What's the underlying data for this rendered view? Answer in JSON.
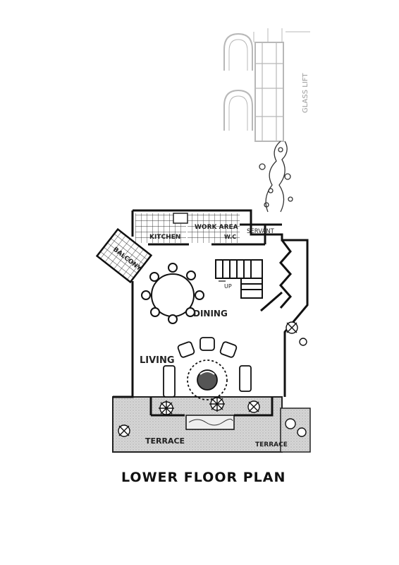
{
  "title": "LOWER FLOOR PLAN",
  "rooms": {
    "kitchen": "KITCHEN",
    "work_area": "WORK AREA",
    "wc": "W.C",
    "servant": "SERVANT",
    "balcony": "BALCONY",
    "dining": "DINING",
    "living": "LIVING",
    "terrace": "TERRACE",
    "up": "UP",
    "glass_lift": "GLASS LIFT"
  }
}
